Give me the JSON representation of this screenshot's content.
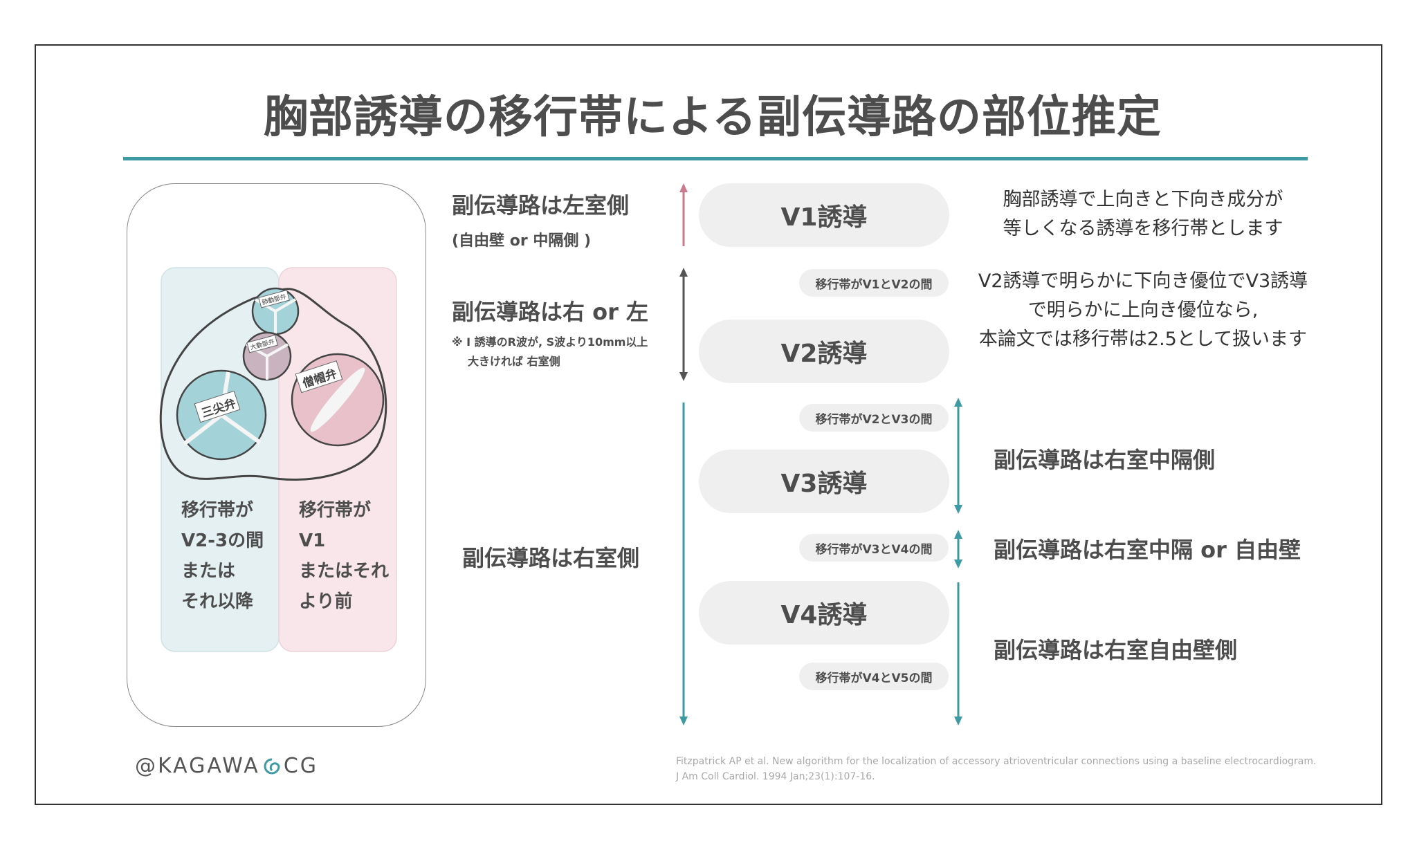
{
  "title": "胸部誘導の移行帯による副伝導路の部位推定",
  "left_regions": {
    "lv_title": "副伝導路は左室側",
    "lv_sub": "(自由壁 or 中隔側 )",
    "rl_title": "副伝導路は右 or 左",
    "rl_note_1": "※ I 誘導のR波が, S波より10mm以上",
    "rl_note_2": "大きければ 右室側",
    "rv_title": "副伝導路は右室側"
  },
  "leads": {
    "v1": "V1誘導",
    "v2": "V2誘導",
    "v3": "V3誘導",
    "v4": "V4誘導"
  },
  "tags": {
    "v1v2": "移行帯がV1とV2の間",
    "v2v3": "移行帯がV2とV3の間",
    "v3v4": "移行帯がV3とV4の間",
    "v4v5": "移行帯がV4とV5の間"
  },
  "notes": {
    "transition_1": "胸部誘導で上向きと下向き成分が",
    "transition_2": "等しくなる誘導を移行帯とします",
    "v25_1": "V2誘導で明らかに下向き優位でV3誘導",
    "v25_2": "で明らかに上向き優位なら,",
    "v25_3": "本論文では移行帯は2.5として扱います"
  },
  "right_regions": {
    "rv_septal": "副伝導路は右室中隔側",
    "rv_septal_or_free": "副伝導路は右室中隔 or 自由壁",
    "rv_free": "副伝導路は右室自由壁側"
  },
  "heart": {
    "tricuspid": "三尖弁",
    "mitral": "僧帽弁",
    "pulmonary": "肺動脈弁",
    "aortic": "大動脈弁",
    "blue_label": [
      "移行帯が",
      "V2-3の間",
      "または",
      "それ以降"
    ],
    "pink_label": [
      "移行帯が",
      "V1",
      "またはそれ",
      "より前"
    ]
  },
  "citation": {
    "line1": "Fitzpatrick AP et al. New algorithm for the localization of accessory atrioventricular connections using a baseline electrocardiogram.",
    "line2": "J Am Coll Cardiol. 1994 Jan;23(1):107-16."
  },
  "brand": {
    "prefix": "@KAGAWA",
    "suffix": "CG"
  },
  "colors": {
    "accent": "#3e9aa3",
    "lv_arrow": "#c97a8c",
    "neutral_arrow": "#555555",
    "blue_zone": "#e4f0f2",
    "pink_zone": "#f8e6ea",
    "tricuspid_fill": "#a3d3d8",
    "mitral_fill": "#e8c1cb"
  }
}
